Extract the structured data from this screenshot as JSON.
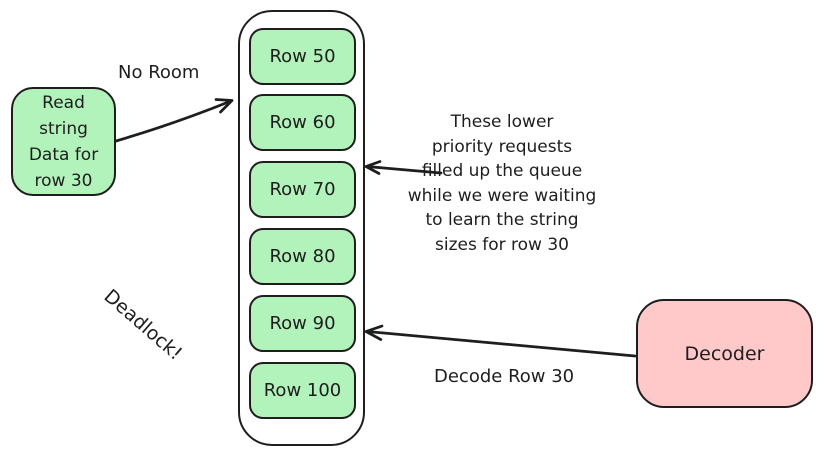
{
  "diagram": {
    "read_request_box": {
      "text": "Read\nstring\nData for\nrow 30",
      "fill": "#b2f2bb"
    },
    "queue": {
      "fill": "#ffffff",
      "row_fill": "#b2f2bb",
      "rows": [
        {
          "label": "Row 50"
        },
        {
          "label": "Row 60"
        },
        {
          "label": "Row 70"
        },
        {
          "label": "Row 80"
        },
        {
          "label": "Row 90"
        },
        {
          "label": "Row 100"
        }
      ]
    },
    "decoder_box": {
      "label": "Decoder",
      "fill": "#ffc9c9"
    },
    "annotations": {
      "no_room": "No Room",
      "deadlock": "Deadlock!",
      "decode_row_30": "Decode Row 30",
      "queue_note": "These lower\npriority requests\nfilled up the queue\nwhile we were waiting\nto learn the string\nsizes for row 30"
    },
    "colors": {
      "stroke": "#1e1e1e",
      "green": "#b2f2bb",
      "pink": "#ffc9c9",
      "canvas": "#ffffff"
    }
  }
}
